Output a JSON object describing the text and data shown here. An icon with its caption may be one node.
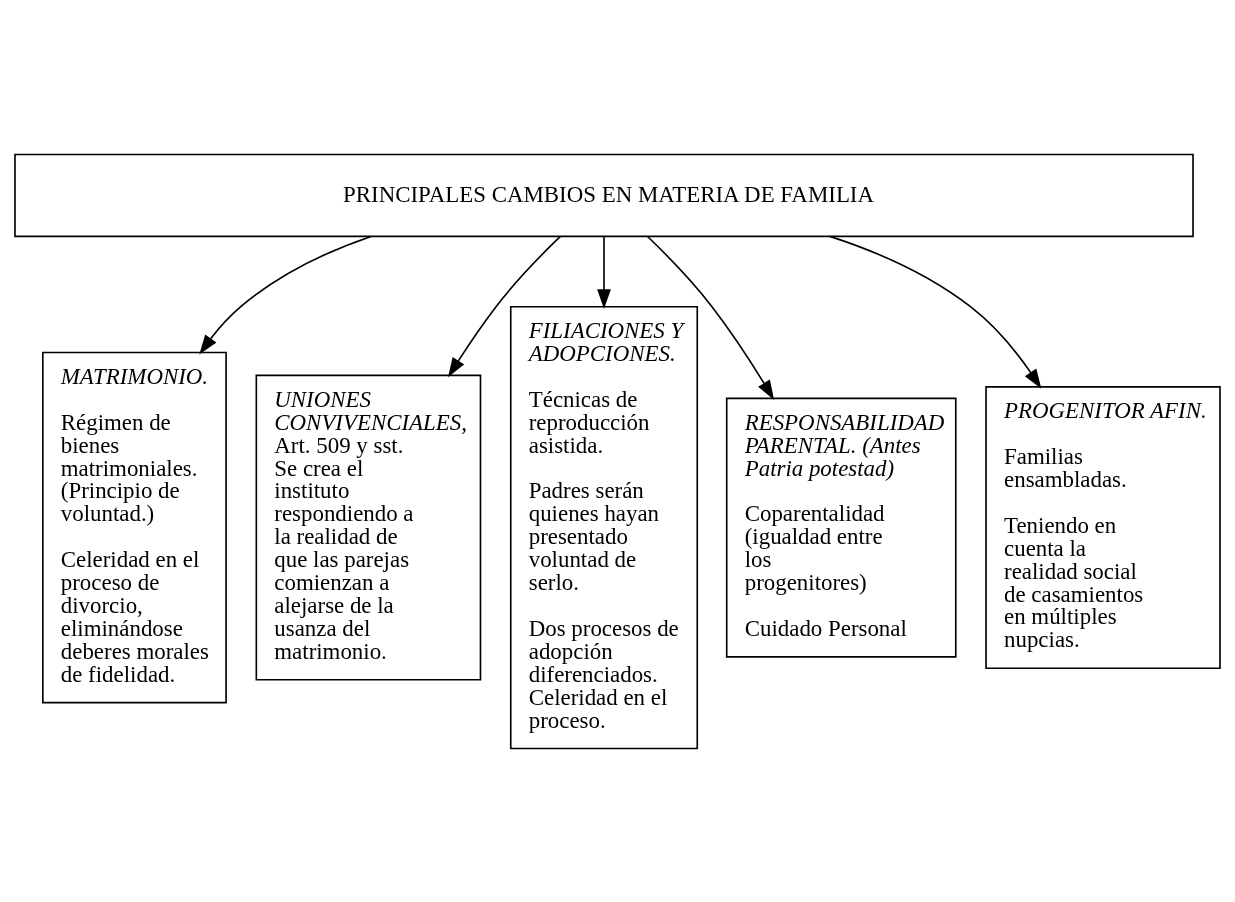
{
  "diagram": {
    "nodes": [
      {
        "text": [
          "PRINCIPALES CAMBIOS EN MATERIA DE FAMILIA"
        ]
      },
      {
        "text": [
          "MATRIMONIO.",
          "Régimen de bienes matrimoniales. (Principio de voluntad.)",
          "Celeridad en el proceso de divorcio, eliminándose deberes morales de fidelidad."
        ]
      },
      {
        "text": [
          "*UNIONES CONVIVENCIALES,* Art. 509 y sst. Se crea el instituto respondiendo a la realidad de que las parejas comienzan a alejarse de la usanza del matrimonio."
        ]
      },
      {
        "text": [
          "FILIACIONES Y ADOPCIONES.",
          "Técnicas de reproducción asistida.",
          "Padres serán quienes hayan presentado voluntad de serlo.",
          "Dos procesos de adopción diferenciados. Celeridad en el proceso."
        ]
      },
      {
        "text": [
          "RESPONSABILIDAD PARENTAL. (Antes Patria potestad)",
          "Coparentalidad (igualdad entre los progenitores)",
          "Cuidado Personal"
        ]
      },
      {
        "text": [
          "PROGENITOR AFIN.",
          "Familias ensambladas.",
          "Teniendo en cuenta la realidad social de casamientos en múltiples nupcias."
        ]
      }
    ],
    "edges": [
      {
        "from": 0,
        "to": 1,
        "arrow": "to"
      },
      {
        "from": 0,
        "to": 2,
        "arrow": "to"
      },
      {
        "from": 0,
        "to": 3,
        "arrow": "to"
      },
      {
        "from": 0,
        "to": 4,
        "arrow": "to"
      },
      {
        "from": 0,
        "to": 5,
        "arrow": "to"
      }
    ]
  }
}
